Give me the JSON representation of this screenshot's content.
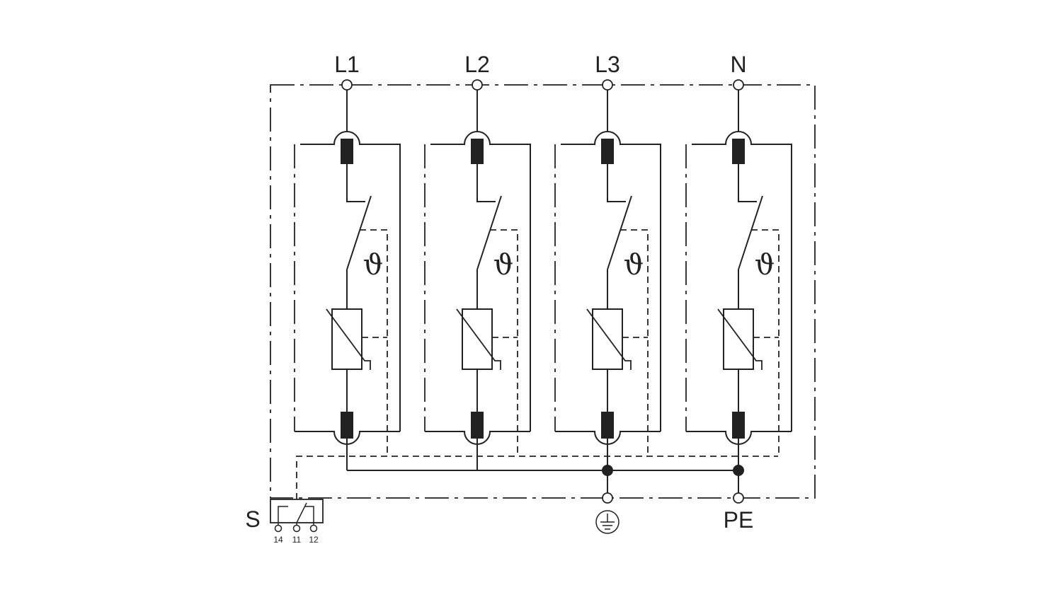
{
  "terminals": [
    {
      "label": "L1"
    },
    {
      "label": "L2"
    },
    {
      "label": "L3"
    },
    {
      "label": "N"
    }
  ],
  "thermal_symbol": "ϑ",
  "bottom_terminals": {
    "earth_icon": "protective-earth-symbol",
    "pe_label": "PE"
  },
  "signal_contact": {
    "label": "S",
    "pins": [
      "14",
      "11",
      "12"
    ]
  },
  "colors": {
    "line": "#222222",
    "background": "#ffffff"
  }
}
